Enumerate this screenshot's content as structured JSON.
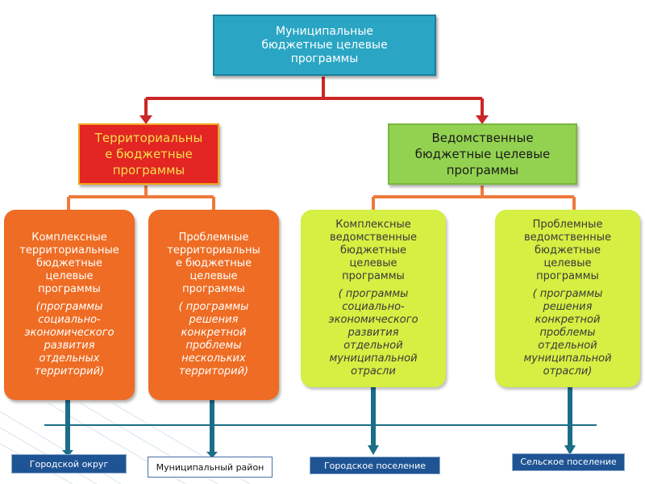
{
  "top": {
    "lines": [
      "Муниципальные",
      "бюджетные целевые",
      "программы"
    ]
  },
  "territorial": {
    "lines": [
      "Территориальны",
      "е бюджетные",
      "программы"
    ]
  },
  "departmental": {
    "lines": [
      "Ведомственные",
      "бюджетные целевые",
      "программы"
    ]
  },
  "box1": {
    "title": [
      "Комплексные",
      "территориальные",
      "бюджетные",
      "целевые",
      "программы"
    ],
    "desc": [
      "(программы",
      "социально-",
      "экономического",
      "развития",
      "отдельных",
      "территорий)"
    ]
  },
  "box2": {
    "title": [
      "Проблемные",
      "территориальны",
      "е бюджетные",
      "целевые",
      "программы"
    ],
    "desc": [
      "( программы",
      "решения",
      "конкретной",
      "проблемы",
      "нескольких",
      "территорий)"
    ]
  },
  "box3": {
    "title": [
      "Комплексные",
      "ведомственные",
      "бюджетные",
      "целевые",
      "программы"
    ],
    "desc": [
      "( программы",
      "социально-",
      "экономического",
      "развития",
      "отдельной",
      "муниципальной",
      "отрасли"
    ]
  },
  "box4": {
    "title": [
      "Проблемные",
      "ведомственные",
      "бюджетные",
      "целевые",
      "программы"
    ],
    "desc": [
      "( программы",
      "решения",
      "конкретной",
      "проблемы",
      "отдельной",
      "муниципальной",
      "отрасли)"
    ]
  },
  "levels": [
    "Городской округ",
    "Муниципальный район",
    "Городское поселение",
    "Сельское поселение"
  ],
  "colors": {
    "top": "#2aa6c4",
    "territorial": "#e32523",
    "departmental": "#93d251",
    "orange_box": "#ee6c23",
    "lime_box": "#d5ef42",
    "level_label": "#1f5494",
    "connector_red": "#cc2626",
    "connector_orange": "#ee7a3c",
    "arrow_teal": "#1b6e88"
  }
}
